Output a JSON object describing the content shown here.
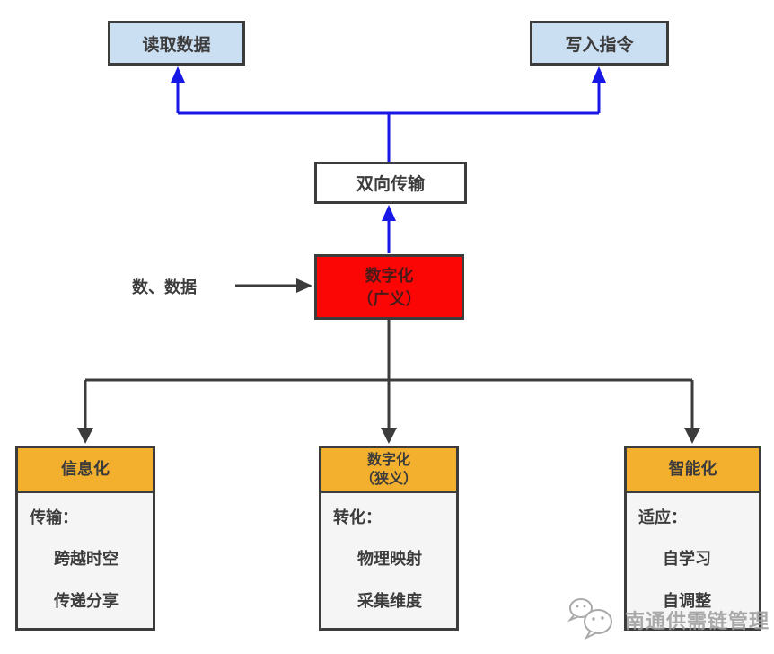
{
  "top_boxes": {
    "read": {
      "label": "读取数据"
    },
    "write": {
      "label": "写入指令"
    }
  },
  "transfer_box": {
    "label": "双向传输"
  },
  "digitization_broad_box": {
    "line1": "数字化",
    "line2": "（广义）"
  },
  "input_label": "数、数据",
  "bottom_boxes": [
    {
      "id": "informatization",
      "header1": "信息化",
      "header2": "",
      "category": "传输：",
      "items": [
        "跨越时空",
        "传递分享"
      ]
    },
    {
      "id": "digitization-narrow",
      "header1": "数字化",
      "header2": "（狭义）",
      "category": "转化：",
      "items": [
        "物理映射",
        "采集维度"
      ]
    },
    {
      "id": "intelligentization",
      "header1": "智能化",
      "header2": "",
      "category": "适应：",
      "items": [
        "自学习",
        "自调整"
      ]
    }
  ],
  "watermark": {
    "icon": "wechat-icon",
    "text": "南通供需链管理"
  },
  "colors": {
    "arrow_blue": "#1717E6",
    "arrow_black": "#3C3C3C",
    "box_light_blue": "#CBDFF2",
    "box_red": "#FB0505",
    "header_orange": "#F2B02E",
    "box_body_gray": "#F5F5F5",
    "border_dark": "#3C3C3C",
    "watermark_gray": "#9C9C9C"
  }
}
